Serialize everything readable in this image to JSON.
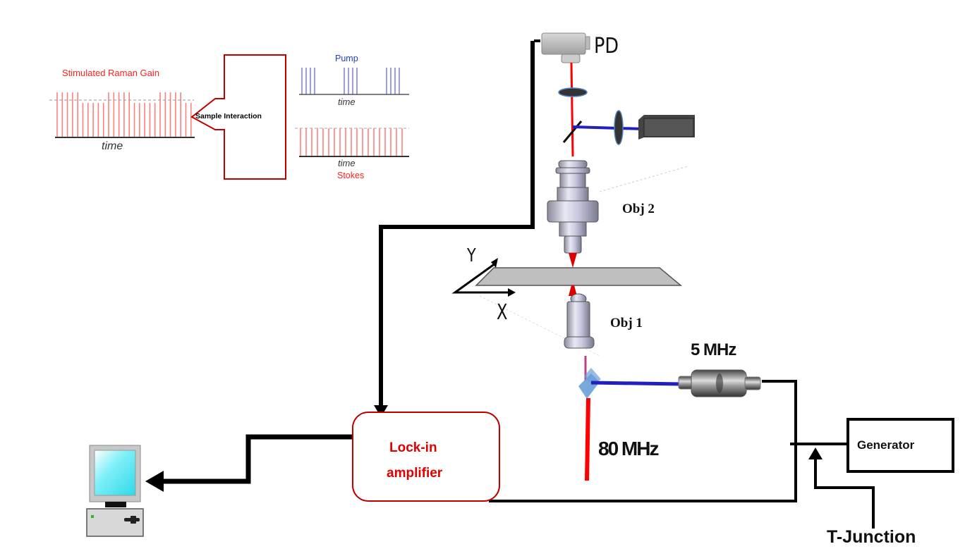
{
  "diagram": {
    "type": "experimental-setup",
    "description": "Stimulated Raman gain lock-in detection setup",
    "inset": {
      "gain_title": "Stimulated Raman Gain",
      "gain_axis": "time",
      "interaction_label": "Sample Interaction",
      "pump_title": "Pump",
      "pump_axis": "time",
      "stokes_axis": "time",
      "stokes_title": "Stokes",
      "pump_bursts": 3,
      "pulses_per_burst": 4,
      "stokes_pulse_count": 19,
      "gain_pulse_count": 27
    },
    "labels": {
      "photodiode": "PD",
      "objective_2": "Obj 2",
      "objective_1": "Obj 1",
      "axis_y": "Y",
      "axis_x": "X",
      "modulator_freq": "5 MHz",
      "laser_freq": "80 MHz",
      "lockin_line1": "Lock-in",
      "lockin_line2": "amplifier",
      "generator": "Generator",
      "tjunction": "T-Junction"
    },
    "colors": {
      "stokes_red": "#ff0000",
      "pump_blue": "#2020c0",
      "pump_pulse": "#8080ff",
      "stokes_pulse": "#ff8080",
      "lockin_text": "#e00000",
      "box_red": "#c00000",
      "wire": "#000000"
    }
  }
}
